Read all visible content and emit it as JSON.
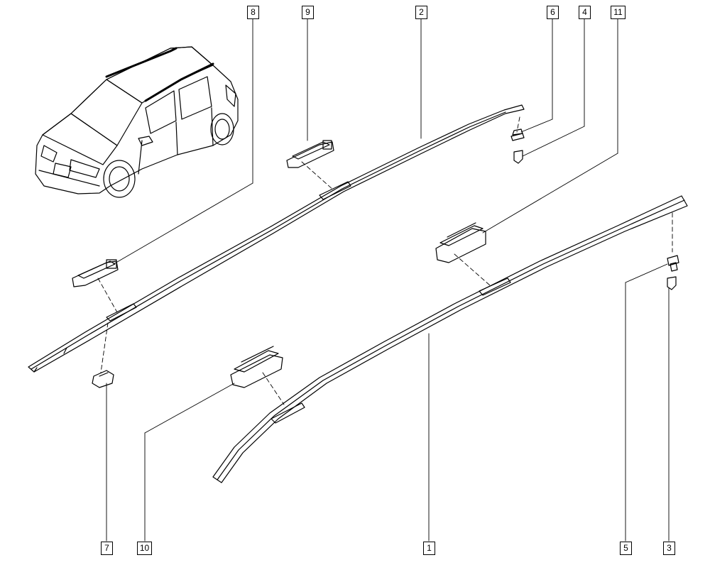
{
  "callouts": {
    "c1": "1",
    "c2": "2",
    "c3": "3",
    "c4": "4",
    "c5": "5",
    "c6": "6",
    "c7": "7",
    "c8": "8",
    "c9": "9",
    "c10": "10",
    "c11": "11"
  },
  "colors": {
    "line": "#000000",
    "background": "#ffffff"
  }
}
